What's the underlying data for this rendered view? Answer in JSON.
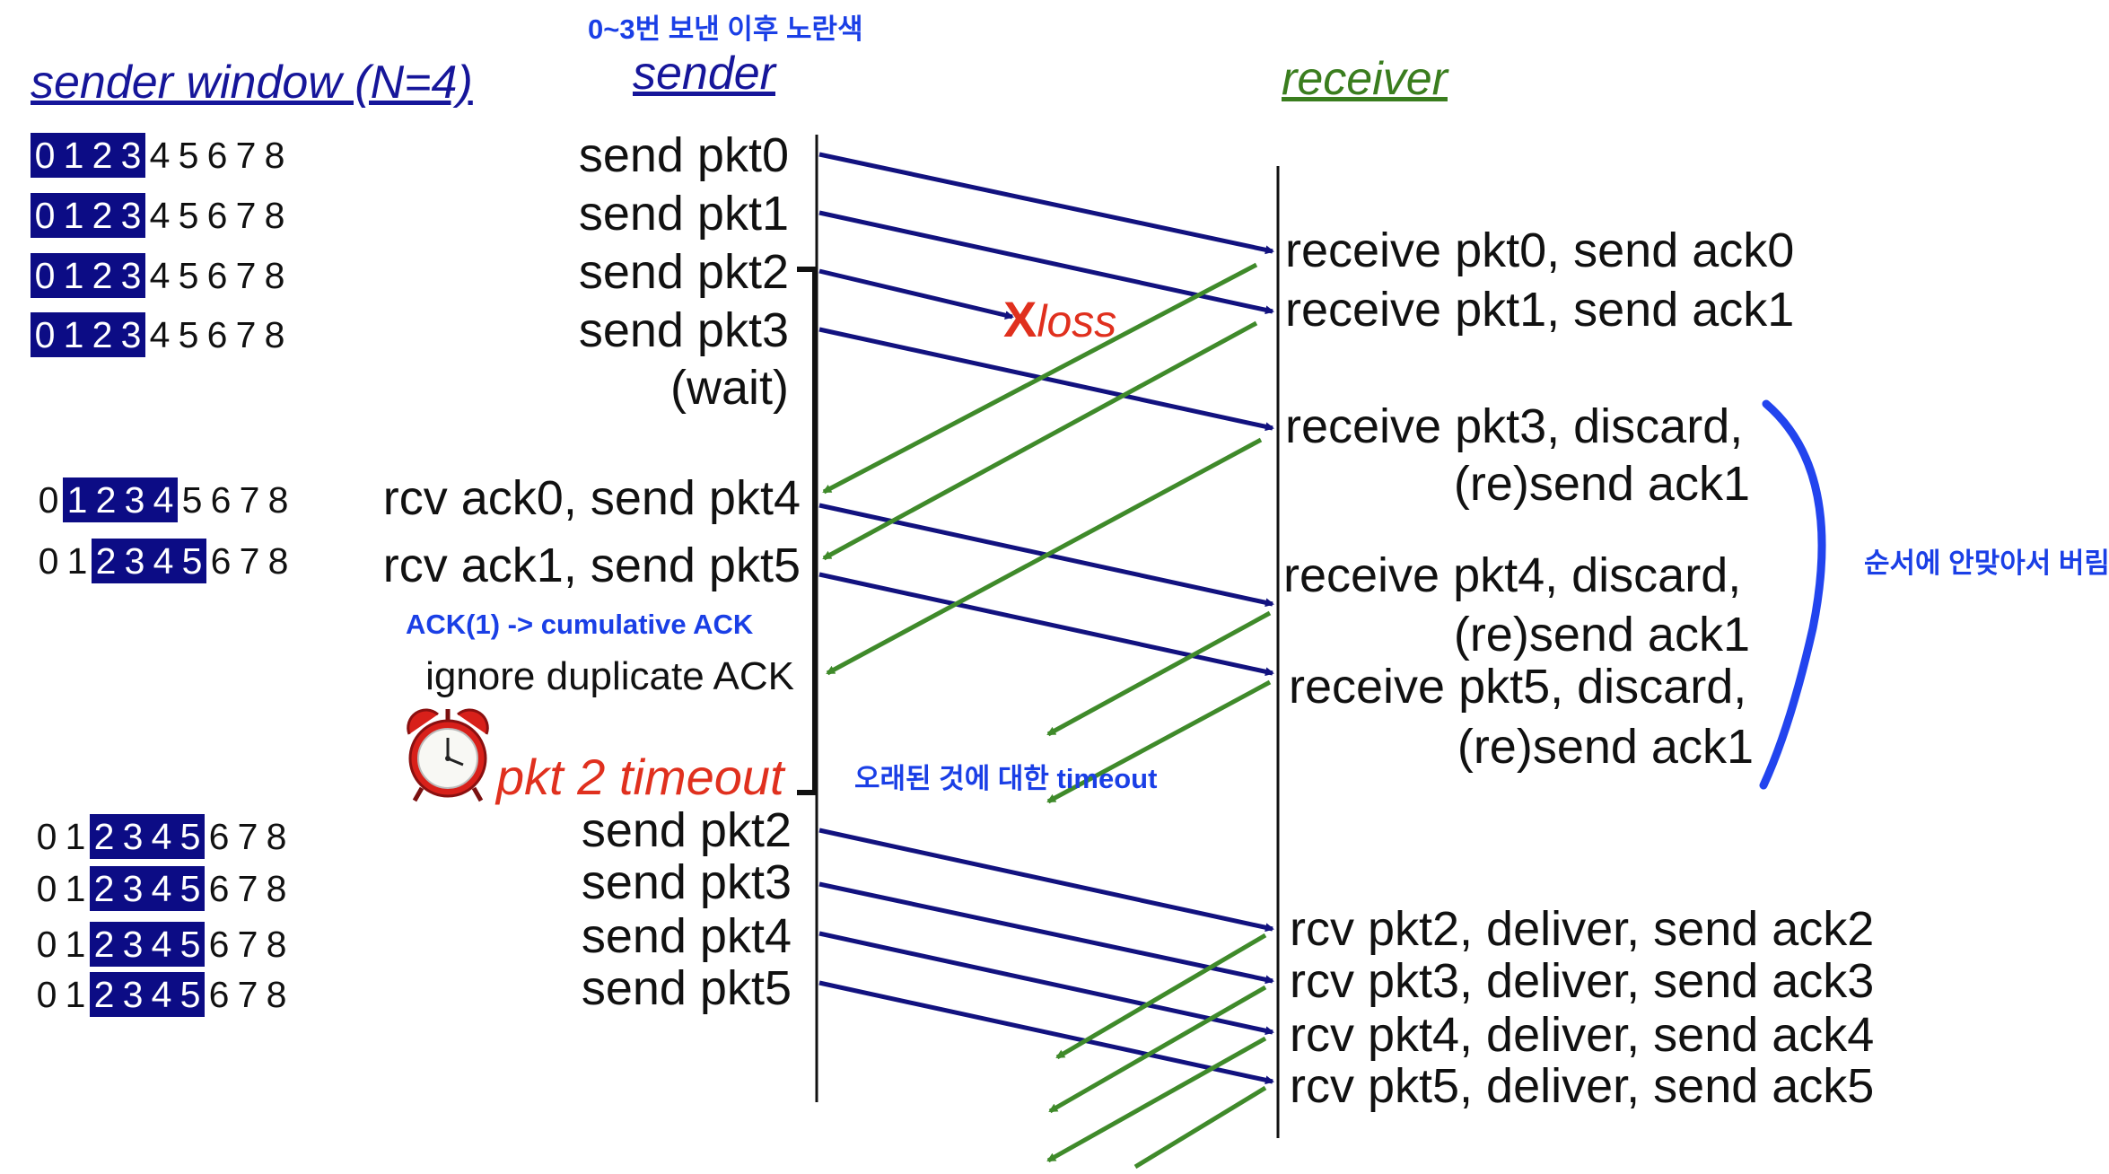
{
  "colors": {
    "data_arrow": "#12127f",
    "ack_arrow": "#3f8a2a",
    "window_fill": "#0c0c85",
    "note_blue": "#1a3fe6",
    "loss_red": "#e0301e",
    "receiver_green": "#3a7d1e"
  },
  "headings": {
    "sender_window": "sender window (N=4)",
    "sender": "sender",
    "receiver": "receiver"
  },
  "notes": {
    "yellow_after": "0~3번 보낸 이후 노란색",
    "cumulative": "ACK(1) -> cumulative ACK",
    "old_timeout": "오래된 것에 대한 timeout",
    "discard_order": "순서에 안맞아서 버림"
  },
  "loss": {
    "mark": "X",
    "label": "loss"
  },
  "timeout": {
    "label": "pkt 2 timeout",
    "icon": "alarm-clock-icon"
  },
  "digits": [
    "0",
    "1",
    "2",
    "3",
    "4",
    "5",
    "6",
    "7",
    "8"
  ],
  "windows": [
    {
      "start": 0,
      "size": 4
    },
    {
      "start": 0,
      "size": 4
    },
    {
      "start": 0,
      "size": 4
    },
    {
      "start": 0,
      "size": 4
    },
    {
      "start": 1,
      "size": 4
    },
    {
      "start": 2,
      "size": 4
    },
    {
      "start": 2,
      "size": 4
    },
    {
      "start": 2,
      "size": 4
    },
    {
      "start": 2,
      "size": 4
    },
    {
      "start": 2,
      "size": 4
    }
  ],
  "sender_events": [
    "send  pkt0",
    "send  pkt1",
    "send  pkt2",
    "send  pkt3",
    "(wait)",
    "rcv ack0, send pkt4",
    "rcv ack1, send pkt5",
    "ignore duplicate ACK",
    "send  pkt2",
    "send  pkt3",
    "send  pkt4",
    "send  pkt5"
  ],
  "receiver_events": [
    "receive pkt0, send ack0",
    "receive pkt1, send ack1",
    "receive pkt3, discard,",
    "(re)send ack1",
    "receive pkt4, discard,",
    "(re)send ack1",
    "receive pkt5, discard,",
    "(re)send ack1",
    "rcv pkt2, deliver, send ack2",
    "rcv pkt3, deliver, send ack3",
    "rcv pkt4, deliver, send ack4",
    "rcv pkt5, deliver, send ack5"
  ]
}
